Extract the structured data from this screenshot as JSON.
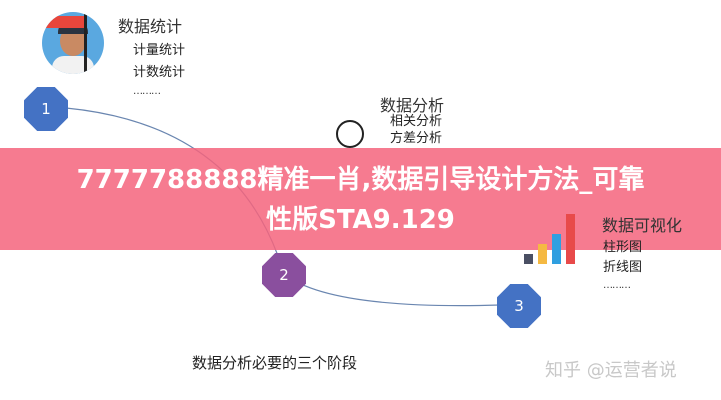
{
  "stage1": {
    "number": "1",
    "title": "数据统计",
    "items": [
      "计量统计",
      "计数统计"
    ],
    "more": "………"
  },
  "stage2": {
    "number": "2",
    "title": "数据分析",
    "items": [
      "相关分析",
      "方差分析"
    ]
  },
  "stage3": {
    "number": "3",
    "title": "数据可视化",
    "items": [
      "柱形图",
      "折线图"
    ],
    "more": "………"
  },
  "caption": "数据分析必要的三个阶段",
  "watermark": "知乎 @运营者说",
  "banner": {
    "line1": "7777788888精准一肖,数据引导设计方法_可靠",
    "line2": "性版STA9.129"
  },
  "colors": {
    "node": "#4472c4",
    "banner": "#f5647d"
  }
}
